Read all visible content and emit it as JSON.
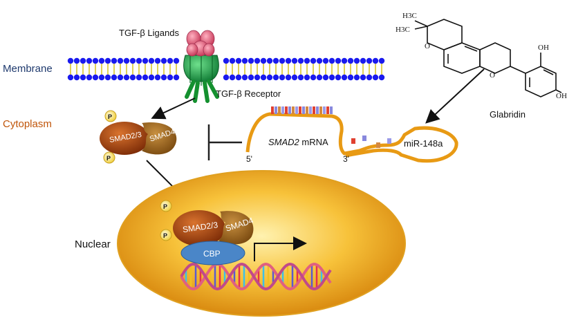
{
  "labels": {
    "membrane": "Membrane",
    "cytoplasm": "Cytoplasm",
    "nuclear": "Nuclear",
    "tgf_ligands": "TGF-β Ligands",
    "tgf_receptor": "TGF-β Receptor",
    "glabridin": "Glabridin",
    "smad23": "SMAD2/3",
    "smad4": "SMAD4",
    "phospho": "P",
    "smad2_gene": "SMAD2",
    "mrna": " mRNA",
    "five_prime": "5'",
    "three_prime": "3'",
    "mir": "miR-148a",
    "cbp": "CBP"
  },
  "molecule": {
    "h3c_top": "H3C",
    "h3c_left": "H3C",
    "oh_top": "OH",
    "oh_bottom": "OH",
    "o_ring1": "O",
    "o_ring2": "O"
  },
  "colors": {
    "membrane_label": "#1f3a6e",
    "cytoplasm_label": "#c0550a",
    "lipid_head": "#1a1aee",
    "lipid_tail": "#d8c21a",
    "smad23": "#9c3c0c",
    "smad4": "#a06a20",
    "mrna_strand": "#f2b01e",
    "cbp": "#4a86c8",
    "receptor": "#1aa84a",
    "ligand": "#e0607a"
  }
}
